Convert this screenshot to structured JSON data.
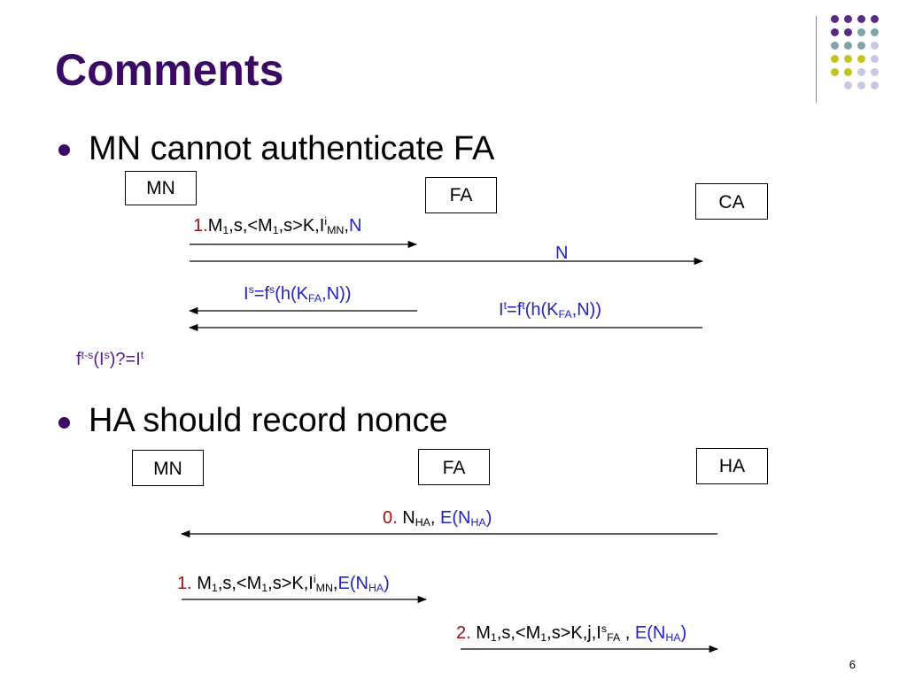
{
  "slide": {
    "title": "Comments",
    "page_number": "6",
    "colors": {
      "title": "#3b0a63",
      "red": "#a01010",
      "blue": "#2222cc",
      "purple": "#5a1a8a"
    }
  },
  "section1": {
    "bullet": "MN cannot authenticate FA",
    "boxes": {
      "mn": "MN",
      "fa": "FA",
      "ca": "CA"
    },
    "msg1": {
      "num": "1.",
      "a": "M",
      "a_sub": "1",
      "b": ",s,<M",
      "b_sub": "1",
      "c": ",s>K,I",
      "c_sup": "i",
      "c_sub": "MN",
      "d": ",",
      "n": "N"
    },
    "msg_n": "N",
    "is": {
      "a": "I",
      "a_sup": "s",
      "b": "=f",
      "b_sup": "s",
      "c": "(h(K",
      "c_sub": "FA",
      "d": ",N))"
    },
    "it": {
      "a": "I",
      "a_sup": "t",
      "b": "=f",
      "b_sup": "t",
      "c": "(h(K",
      "c_sub": "FA",
      "d": ",N))"
    },
    "check": {
      "a": "f",
      "a_sup": "t-s",
      "b": "(I",
      "b_sup": "s",
      "c": ")?=I",
      "c_sup": "t"
    }
  },
  "section2": {
    "bullet": "HA should record nonce",
    "boxes": {
      "mn": "MN",
      "fa": "FA",
      "ha": "HA"
    },
    "msg0": {
      "num": "0.",
      "a": " N",
      "a_sub": "HA",
      "b": ", ",
      "e": "E(N",
      "e_sub": "HA",
      "e_end": ")"
    },
    "msg1": {
      "num": "1.",
      "a": " M",
      "a_sub": "1",
      "b": ",s,<M",
      "b_sub": "1",
      "c": ",s>K,I",
      "c_sup": "i",
      "c_sub": "MN",
      "d": ",",
      "e": "E(N",
      "e_sub": "HA",
      "e_end": ")"
    },
    "msg2": {
      "num": "2.",
      "a": " M",
      "a_sub": "1",
      "b": ",s,<M",
      "b_sub": "1",
      "c": ",s>K,j,I",
      "c_sup": "s",
      "c_sub": "FA",
      "d": " , ",
      "e": "E(N",
      "e_sub": "HA",
      "e_end": ")"
    }
  },
  "decor": {
    "dot_colors": {
      "purple": "#5b2a86",
      "teal": "#7fa6a6",
      "yellow": "#c4c41e",
      "lavender": "#c8c8e4"
    },
    "dot_grid": [
      [
        "purple",
        "purple",
        "purple",
        "purple"
      ],
      [
        "purple",
        "purple",
        "teal",
        "teal"
      ],
      [
        "teal",
        "teal",
        "teal",
        "lavender"
      ],
      [
        "yellow",
        "yellow",
        "yellow",
        "lavender"
      ],
      [
        "yellow",
        "yellow",
        "lavender",
        "lavender"
      ],
      [
        "",
        "lavender",
        "lavender",
        "lavender"
      ]
    ]
  }
}
